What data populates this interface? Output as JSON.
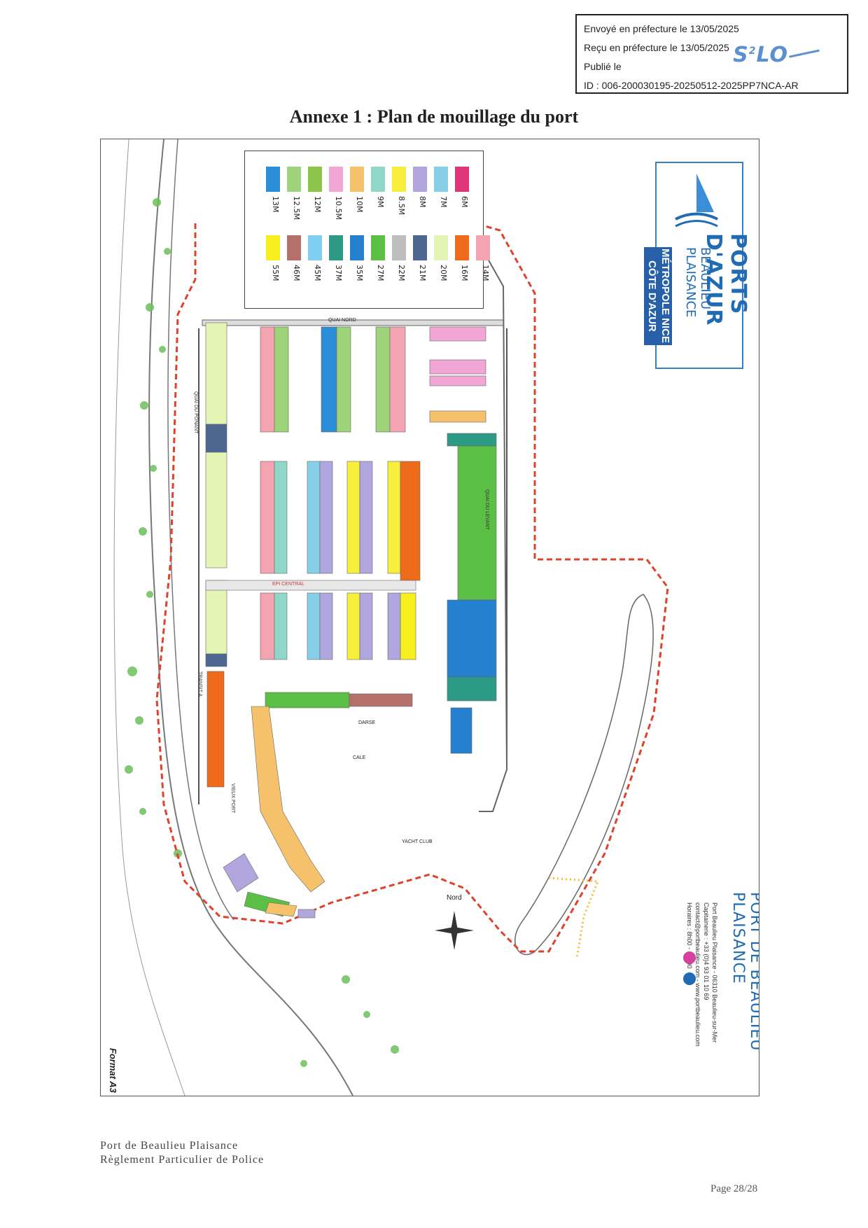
{
  "stamp": {
    "line1": "Envoyé en préfecture le 13/05/2025",
    "line2": "Reçu en préfecture le 13/05/2025",
    "line3": "Publié le",
    "line4": "ID : 006-200030195-20250512-2025PP7NCA-AR",
    "logo_text": "S",
    "logo_sup": "2",
    "logo_rest": "LO"
  },
  "title": "Annexe 1 : Plan de mouillage du port",
  "legend": {
    "col1": [
      {
        "label": "13M",
        "color": "#2a8fd8"
      },
      {
        "label": "12.5M",
        "color": "#9fd37a"
      },
      {
        "label": "12M",
        "color": "#8cc34a"
      },
      {
        "label": "10.5M",
        "color": "#f1a6d6"
      },
      {
        "label": "10M",
        "color": "#f5c26b"
      },
      {
        "label": "9M",
        "color": "#8fd8c9"
      },
      {
        "label": "8.5M",
        "color": "#f7ef3c"
      },
      {
        "label": "8M",
        "color": "#b1a6de"
      },
      {
        "label": "7M",
        "color": "#86cfe7"
      },
      {
        "label": "6M",
        "color": "#e0347a"
      }
    ],
    "col2": [
      {
        "label": "55M",
        "color": "#f7ef20"
      },
      {
        "label": "46M",
        "color": "#b5706a"
      },
      {
        "label": "45M",
        "color": "#7fcff2"
      },
      {
        "label": "37M",
        "color": "#2d9a86"
      },
      {
        "label": "35M",
        "color": "#2580d0"
      },
      {
        "label": "27M",
        "color": "#5cbf45"
      },
      {
        "label": "22M",
        "color": "#bdbdbd"
      },
      {
        "label": "21M",
        "color": "#4d6791"
      },
      {
        "label": "20M",
        "color": "#e3f4b5"
      },
      {
        "label": "16M",
        "color": "#ef6b1c"
      },
      {
        "label": "14M",
        "color": "#f4a3b1"
      }
    ]
  },
  "logo": {
    "title": "PORTS D'AZUR",
    "subtitle": "BEAULIEU PLAISANCE",
    "metropole": "MÉTROPOLE NICE CÔTE D'AZUR"
  },
  "port_name": "PORT DE BEAULIEU PLAISANCE",
  "contacts": [
    "Port Beaulieu Plaisance - 06310 Beaulieu-sur-Mer",
    "Capitainerie : +33 (0)4 93 01 10 69",
    "contact@portbeaulieu.com - www.portbeaulieu.com",
    "Horaires : 8h00 - 19h00"
  ],
  "map_labels": {
    "quai_nord": "QUAI NORD",
    "quai_ponant": "QUAI DU PONANT",
    "quai_levant": "QUAI DU LEVANT",
    "epi_central": "EPI CENTRAL",
    "transit": "TRANSIT A",
    "vieux_port": "VIEUX PORT",
    "darse": "DARSE",
    "cale": "CALE",
    "yacht_club": "YACHT CLUB",
    "nord": "Nord",
    "format": "Format A3"
  },
  "colors": {
    "boundary": "#e0412a",
    "logo_blue": "#1f6cb5",
    "metropole_bg": "#2560a8"
  },
  "footer": {
    "line1": "Port de Beaulieu Plaisance",
    "line2": "Règlement Particulier de Police",
    "page": "Page 28/28"
  }
}
